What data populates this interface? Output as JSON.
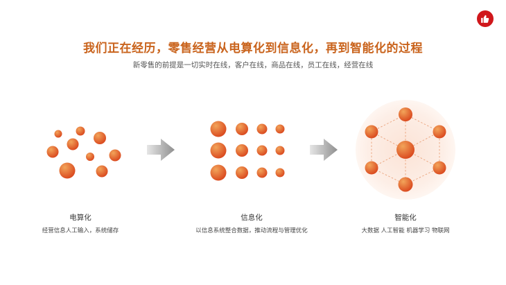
{
  "header": {
    "title": "我们正在经历，零售经营从电算化到信息化，再到智能化的过程",
    "subtitle": "新零售的前提是一切实时在线，客户在线，商品在线，员工在线，经营在线"
  },
  "logo": {
    "icon": "thumbs-up-icon",
    "color": "#d0171b"
  },
  "colors": {
    "accent": "#c9631c",
    "dot_light": "#f2a45a",
    "dot_dark": "#d9461c"
  },
  "stages": [
    {
      "label": "电算化",
      "desc": "经营信息人工输入，系统储存"
    },
    {
      "label": "信息化",
      "desc": "以信息系统整合数据，推动流程与管理优化"
    },
    {
      "label": "智能化",
      "desc": "大数据 人工智能 机器学习 物联网"
    }
  ]
}
